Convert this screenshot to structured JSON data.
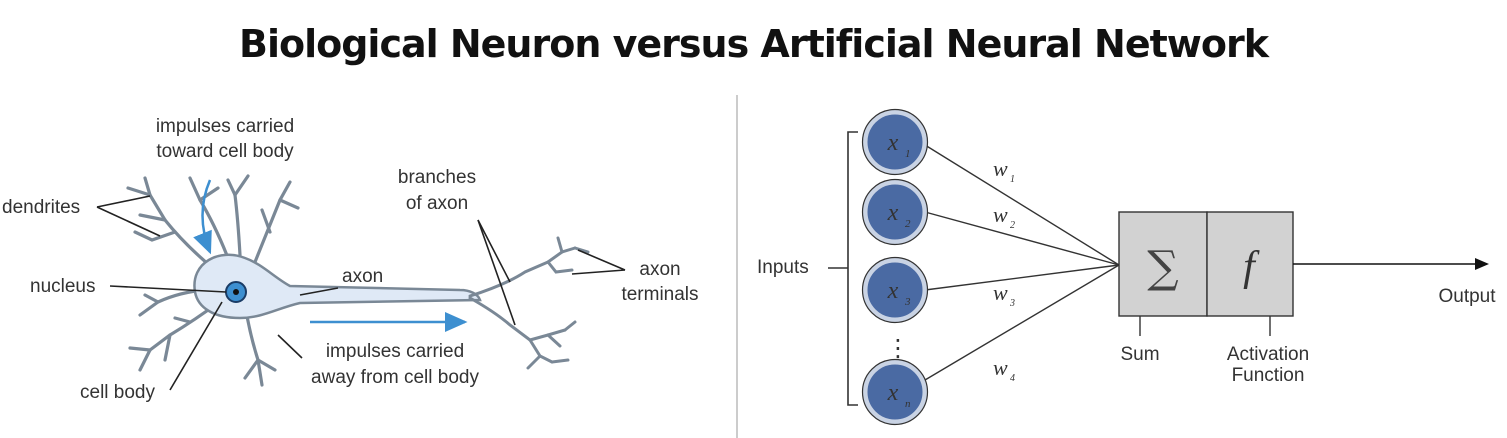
{
  "title": "Biological Neuron versus Artificial Neural Network",
  "neuron": {
    "impulses_toward_1": "impulses carried",
    "impulses_toward_2": "toward cell body",
    "dendrites": "dendrites",
    "nucleus": "nucleus",
    "cell_body": "cell body",
    "axon": "axon",
    "branches_1": "branches",
    "branches_2": "of axon",
    "axon_terminals_1": "axon",
    "axon_terminals_2": "terminals",
    "impulses_away_1": "impulses carried",
    "impulses_away_2": "away from cell body"
  },
  "network": {
    "inputs": "Inputs",
    "nodes": [
      {
        "var": "x",
        "sub": "1"
      },
      {
        "var": "x",
        "sub": "2"
      },
      {
        "var": "x",
        "sub": "3"
      },
      {
        "var": "x",
        "sub": "n"
      }
    ],
    "weights": [
      {
        "var": "w",
        "sub": "1"
      },
      {
        "var": "w",
        "sub": "2"
      },
      {
        "var": "w",
        "sub": "3"
      },
      {
        "var": "w",
        "sub": "4"
      }
    ],
    "sum_symbol": "∑",
    "activation_symbol": "f",
    "sum_label": "Sum",
    "activation_label_1": "Activation",
    "activation_label_2": "Function",
    "output": "Output",
    "ellipsis": "⋮"
  },
  "colors": {
    "node_fill": "#4a6aa3",
    "node_ring": "#c9d3e4",
    "box_fill": "#d2d2d2",
    "neuron_fill": "#dfe9f6",
    "neuron_stroke": "#7a8896",
    "arrow_blue": "#3d8fd0"
  }
}
